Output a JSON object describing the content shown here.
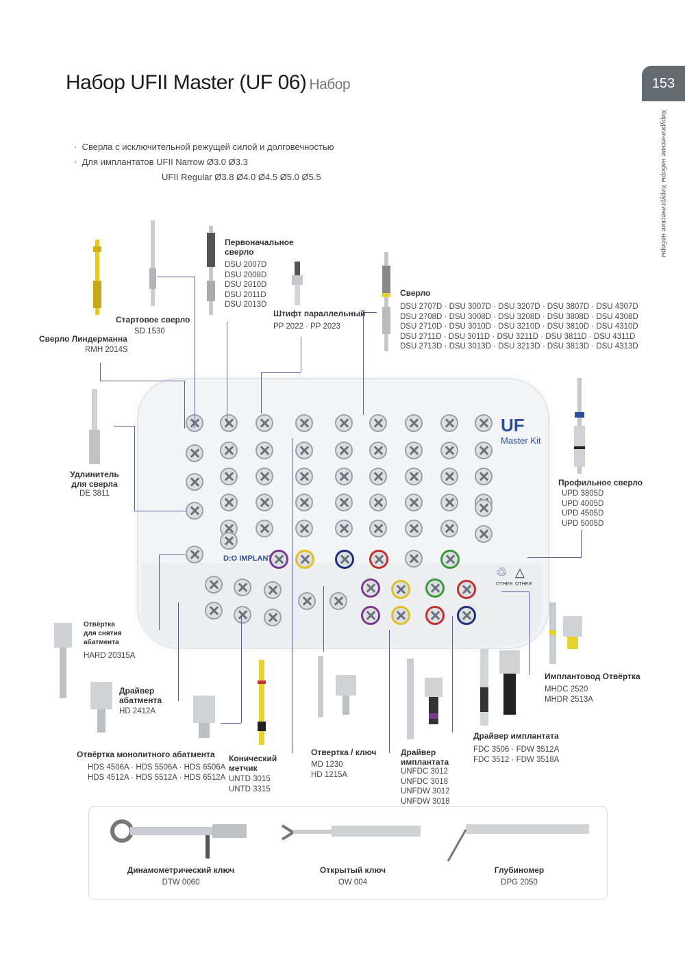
{
  "header": {
    "title": "Набор UFII Master (UF 06)",
    "subtitle": "Набор",
    "page_number": "153",
    "side_label": "Хирургические наборы  Хирургические наборы"
  },
  "bullets": {
    "b1": "Сверла с исключительной режущей силой и долговечностью",
    "b2": "Для имплантатов UFII Narrow Ø3.0 Ø3.3",
    "b3": "UFII Regular Ø3.8 Ø4.0 Ø4.5 Ø5.0 Ø5.5"
  },
  "items": {
    "initial_drill": {
      "name1": "Первоначальное",
      "name2": "сверло",
      "codes": [
        "DSU 2007D",
        "DSU 2008D",
        "DSU 2010D",
        "DSU 2011D",
        "DSU 2013D"
      ]
    },
    "parallel_pin": {
      "name": "Штифт параллельный",
      "codes": [
        "PP 2022 · PP 2023"
      ]
    },
    "starter_drill": {
      "name": "Стартовое сверло",
      "codes": [
        "SD 1530"
      ]
    },
    "lindemann_drill": {
      "name": "Сверло Линдерманна",
      "codes": [
        "RMH 2014S"
      ]
    },
    "drill": {
      "name": "Сверло",
      "codes": [
        "DSU 2707D · DSU 3007D · DSU 3207D · DSU 3807D · DSU 4307D",
        "DSU 2708D · DSU 3008D · DSU 3208D · DSU 3808D · DSU 4308D",
        "DSU 2710D · DSU 3010D · DSU 3210D · DSU 3810D · DSU 4310D",
        "DSU 2711D · DSU 3011D · DSU 3211D · DSU 3811D · DSU 4311D",
        "DSU 2713D · DSU 3013D · DSU 3213D · DSU 3813D · DSU 4313D"
      ]
    },
    "extension": {
      "name1": "Удлинитель",
      "name2": "для сверла",
      "codes": [
        "DE 3811"
      ]
    },
    "profile_drill": {
      "name": "Профильное сверло",
      "codes": [
        "UPD 3805D",
        "UPD 4005D",
        "UPD 4505D",
        "UPD 5005D"
      ]
    },
    "removal_driver": {
      "name1": "Отвёртка",
      "name2": "для снятия",
      "name3": "абатмента",
      "codes": [
        "HARD 20315A"
      ]
    },
    "abutment_driver": {
      "name1": "Драйвер",
      "name2": "абатмента",
      "codes": [
        "HD 2412A"
      ]
    },
    "mono_driver": {
      "name": "Отвёртка монолитного абатмента",
      "codes": [
        "HDS 4506A · HDS 5506A · HDS 6506A",
        "HDS 4512A · HDS 5512A · HDS 6512A"
      ]
    },
    "tap": {
      "name1": "Конический",
      "name2": "метчик",
      "codes": [
        "UNTD 3015",
        "UNTD 3315"
      ]
    },
    "screwdriver_key": {
      "name": "Отвертка / ключ",
      "codes": [
        "MD 1230",
        "HD 1215A"
      ]
    },
    "implant_driver_small": {
      "name1": "Драйвер",
      "name2": "имплантата",
      "codes": [
        "UNFDC 3012",
        "UNFDC 3018",
        "UNFDW 3012",
        "UNFDW 3018"
      ]
    },
    "implant_driver": {
      "name": "Драйвер имплантата",
      "codes": [
        "FDC 3506 · FDW 3512A",
        "FDC 3512 · FDW 3518A"
      ]
    },
    "implant_mount": {
      "name": "Имплантовод Отвёртка",
      "codes": [
        "MHDC 2520",
        "MHDR 2513A"
      ]
    }
  },
  "kit": {
    "logo_main": "UF",
    "logo_sub": "Master Kit",
    "brand": "D:O IMPLANT",
    "other1": "OTHER",
    "other2": "OTHER"
  },
  "bottom": {
    "torque_wrench": {
      "name": "Динамометрический ключ",
      "code": "DTW 0060"
    },
    "open_wrench": {
      "name": "Открытый ключ",
      "code": "OW 004"
    },
    "depth_gauge": {
      "name": "Глубиномер",
      "code": "DPG 2050"
    }
  },
  "colors": {
    "accent_blue": "#2d4f9a",
    "line": "#5a5f99",
    "page_tab": "#646a70",
    "ring_yellow": "#e0c020",
    "ring_purple": "#7a3b8f",
    "ring_navy": "#1f2f7a",
    "ring_red": "#c23030",
    "ring_green": "#3a9a3a"
  }
}
